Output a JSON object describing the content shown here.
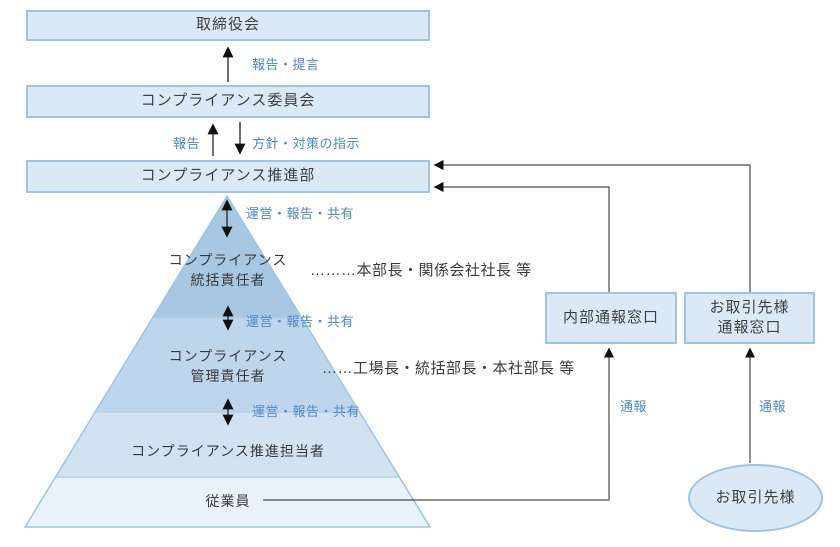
{
  "diagram_title": "compliance-organization-structure",
  "boxes": {
    "board": {
      "label": "取締役会"
    },
    "committee": {
      "label": "コンプライアンス委員会"
    },
    "promotion": {
      "label": "コンプライアンス推進部"
    },
    "internal_hotline": {
      "label": "内部通報窓口"
    },
    "partner_hotline": {
      "line1": "お取引先様",
      "line2": "通報窓口"
    },
    "partner_ellipse": {
      "label": "お取引先様"
    }
  },
  "pyramid": {
    "levels": [
      {
        "line1": "コンプライアンス",
        "line2": "統括責任者",
        "note": "………本部長・関係会社社長 等"
      },
      {
        "line1": "コンプライアンス",
        "line2": "管理責任者",
        "note": "……工場長・統括部長・本社部長 等"
      },
      {
        "label": "コンプライアンス推進担当者"
      },
      {
        "label": "従業員"
      }
    ]
  },
  "flow_labels": {
    "report_proposal": "報告・提言",
    "report": "報告",
    "policy_instruction": "方針・対策の指示",
    "operate_report_share": "運営・報告・共有",
    "whistleblow": "通報"
  },
  "colors": {
    "box_fill": "#dbe9f7",
    "box_border": "#9dc3e6",
    "label_blue": "#4e87c6",
    "line_gray": "#4a4a4a",
    "pyramid_level1": "#a8c7e3",
    "pyramid_level2": "#bed6eb",
    "pyramid_level3": "#d3e2f1",
    "pyramid_level4": "#e9f1f9"
  }
}
